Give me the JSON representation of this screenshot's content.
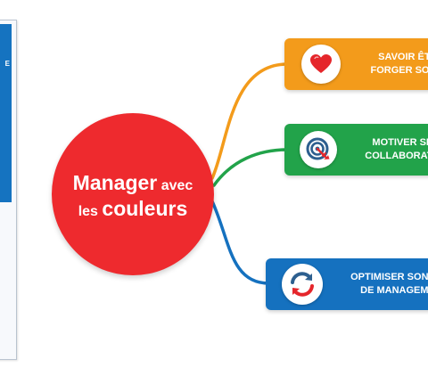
{
  "cover": {
    "band_text": "E",
    "band_color": "#1573c0"
  },
  "center": {
    "word1": "Manager",
    "word2": "avec",
    "word3": "les",
    "word4": "couleurs",
    "color": "#ee2a2e"
  },
  "branches": [
    {
      "line1": "SAVOIR ÊTRE",
      "line2": "FORGER SON ST",
      "icon": "heart-icon",
      "color": "#f39b1b"
    },
    {
      "line1": "MOTIVER SES",
      "line2": "COLLABORATEU",
      "icon": "target-icon",
      "color": "#22a34a"
    },
    {
      "line1": "OPTIMISER SON PR",
      "line2": "DE MANAGEME",
      "icon": "refresh-cycle-icon",
      "color": "#1571bf"
    }
  ]
}
